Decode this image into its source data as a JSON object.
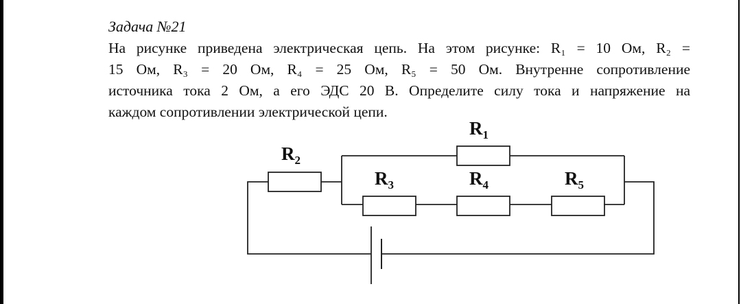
{
  "task": {
    "title": "Задача  №21",
    "line1": "На рисунке  приведена электрическая цепь. На этом рисунке: R₁ = 10 Ом, R₂ =",
    "line2": "15 Ом, R₃ = 20 Ом, R₄ = 25 Ом, R₅ = 50 Ом. Внутренне сопротивление",
    "line3": "источника тока 2 Ом, а его ЭДС 20 В. Определите силу тока и напряжение на",
    "line4": "каждом сопротивлении электрической цепи."
  },
  "circuit": {
    "resistors": [
      {
        "id": "R1",
        "letter": "R",
        "sub": "1"
      },
      {
        "id": "R2",
        "letter": "R",
        "sub": "2"
      },
      {
        "id": "R3",
        "letter": "R",
        "sub": "3"
      },
      {
        "id": "R4",
        "letter": "R",
        "sub": "4"
      },
      {
        "id": "R5",
        "letter": "R",
        "sub": "5"
      }
    ]
  }
}
